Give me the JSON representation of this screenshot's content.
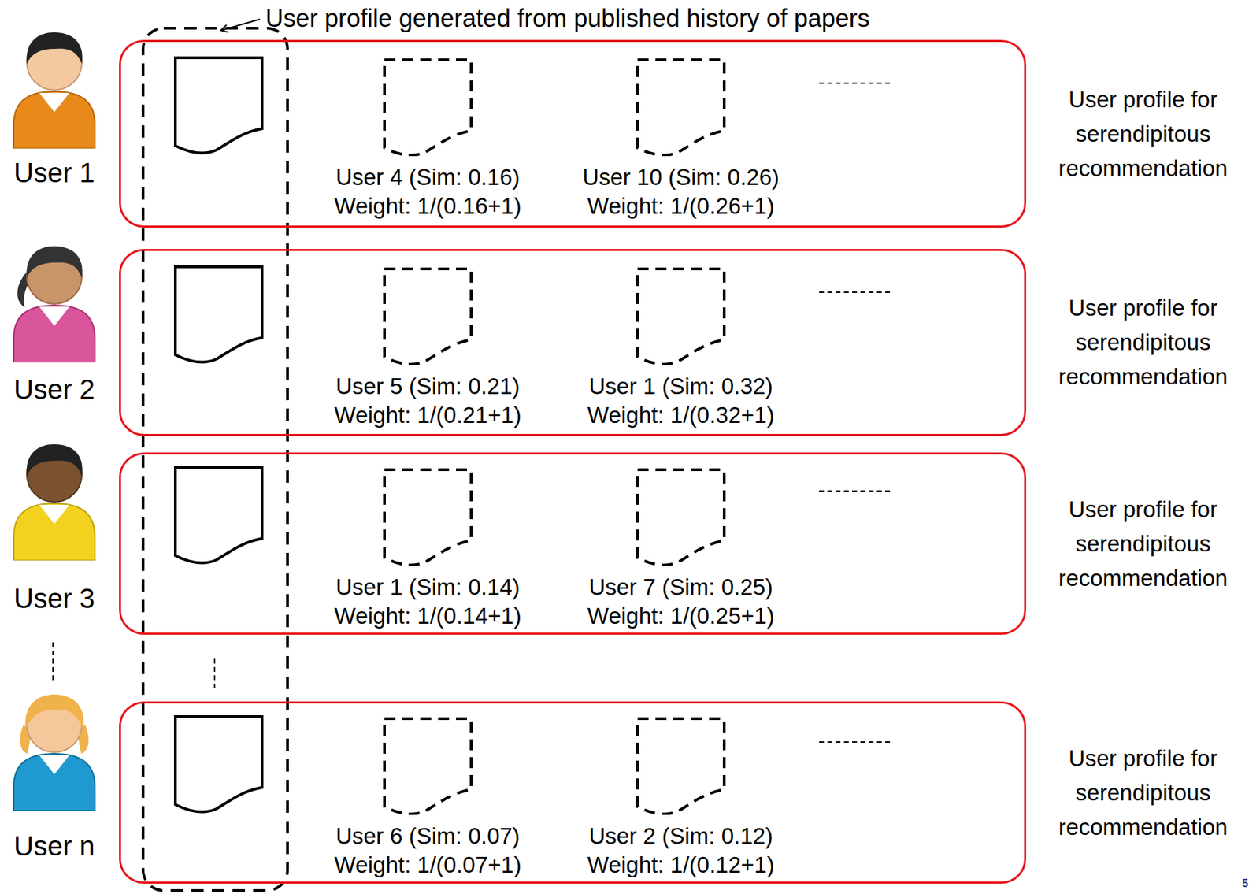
{
  "diagram": {
    "nodes": [
      {
        "text": [
          "User profile for serendipitous recommendation"
        ]
      },
      {
        "text": [
          "User 4 (Sim: 0.16)",
          "Weight: 1/(0.16+1)"
        ],
        "in": 0
      },
      {
        "text": [
          "User 10 (Sim: 0.26)",
          "Weight: 1/(0.26+1)"
        ],
        "in": 0
      },
      {
        "text": [
          "User profile for serendipitous recommendation"
        ]
      },
      {
        "text": [
          "User 5 (Sim: 0.21)",
          "Weight: 1/(0.21+1)"
        ],
        "in": 3
      },
      {
        "text": [
          "User 1 (Sim: 0.32)",
          "Weight: 1/(0.32+1)"
        ],
        "in": 3
      },
      {
        "text": [
          "User profile for serendipitous recommendation"
        ]
      },
      {
        "text": [
          "User 1 (Sim: 0.14)",
          "Weight: 1/(0.14+1)"
        ],
        "in": 6
      },
      {
        "text": [
          "User 7 (Sim: 0.25)",
          "Weight: 1/(0.25+1)"
        ],
        "in": 6
      },
      {
        "text": [
          "User profile for serendipitous recommendation"
        ]
      },
      {
        "text": [
          "User 6 (Sim: 0.07)",
          "Weight: 1/(0.07+1)"
        ],
        "in": 9
      },
      {
        "text": [
          "User 2 (Sim: 0.12)",
          "Weight: 1/(0.12+1)"
        ],
        "in": 9
      }
    ],
    "labels": [
      "User profile  generated from  published history of papers",
      "User 1",
      "User 2",
      "User 3",
      "User n",
      "5"
    ]
  }
}
